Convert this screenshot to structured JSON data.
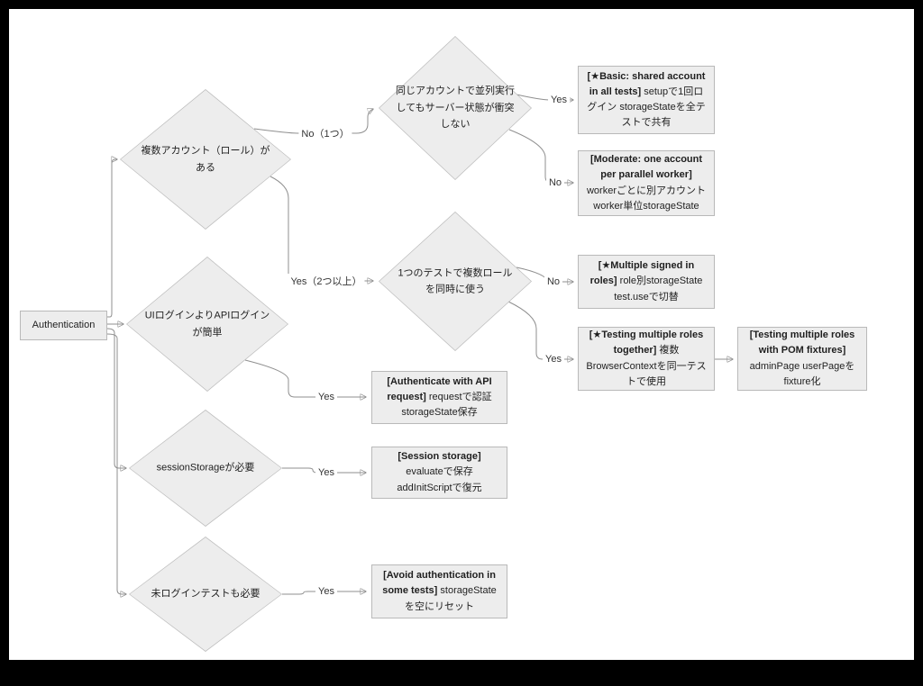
{
  "diagram": {
    "type": "flowchart",
    "background": "#ffffff",
    "frame_color": "#000000",
    "node_fill": "#ededed",
    "node_border": "#b9b9b9",
    "line_color": "#8f8f8f"
  },
  "root": {
    "label": "Authentication"
  },
  "decisions": [
    {
      "label": "複数アカウント（ロール）がある"
    },
    {
      "label": "UIログインよりAPIログインが簡単"
    },
    {
      "label": "sessionStorageが必要"
    },
    {
      "label": "未ログインテストも必要"
    },
    {
      "label": "同じアカウントで並列実行してもサーバー状態が衝突しない"
    },
    {
      "label": "1つのテストで複数ロールを同時に使う"
    }
  ],
  "outcomes": [
    {
      "bold": "[★Basic: shared account in all tests]",
      "rest": "setupで1回ログイン storageStateを全テストで共有"
    },
    {
      "bold": "[Moderate: one account per parallel worker]",
      "rest": "workerごとに別アカウント worker単位storageState"
    },
    {
      "bold": "[★Multiple signed in roles]",
      "rest": "role別storageState test.useで切替"
    },
    {
      "bold": "[★Testing multiple roles together]",
      "rest": "複数BrowserContextを同一テストで使用"
    },
    {
      "bold": "[Testing multiple roles with POM fixtures]",
      "rest": "adminPage userPageをfixture化"
    },
    {
      "bold": "[Authenticate with API request]",
      "rest": "requestで認証 storageState保存"
    },
    {
      "bold": "[Session storage]",
      "rest": "evaluateで保存 addInitScriptで復元"
    },
    {
      "bold": "[Avoid authentication in some tests]",
      "rest": "storageStateを空にリセット"
    }
  ],
  "edges": [
    {
      "from": "Authentication",
      "to": "複数アカウント（ロール）がある",
      "label": ""
    },
    {
      "from": "Authentication",
      "to": "UIログインよりAPIログインが簡単",
      "label": ""
    },
    {
      "from": "Authentication",
      "to": "sessionStorageが必要",
      "label": ""
    },
    {
      "from": "Authentication",
      "to": "未ログインテストも必要",
      "label": ""
    },
    {
      "from": "複数アカウント（ロール）がある",
      "to": "同じアカウントで並列実行してもサーバー状態が衝突しない",
      "label": "No（1つ）"
    },
    {
      "from": "複数アカウント（ロール）がある",
      "to": "1つのテストで複数ロールを同時に使う",
      "label": "Yes（2つ以上）"
    },
    {
      "from": "同じアカウントで並列実行してもサーバー状態が衝突しない",
      "to": "[★Basic: shared account in all tests]",
      "label": "Yes"
    },
    {
      "from": "同じアカウントで並列実行してもサーバー状態が衝突しない",
      "to": "[Moderate: one account per parallel worker]",
      "label": "No"
    },
    {
      "from": "1つのテストで複数ロールを同時に使う",
      "to": "[★Multiple signed in roles]",
      "label": "No"
    },
    {
      "from": "1つのテストで複数ロールを同時に使う",
      "to": "[★Testing multiple roles together]",
      "label": "Yes"
    },
    {
      "from": "[★Testing multiple roles together]",
      "to": "[Testing multiple roles with POM fixtures]",
      "label": ""
    },
    {
      "from": "UIログインよりAPIログインが簡単",
      "to": "[Authenticate with API request]",
      "label": "Yes"
    },
    {
      "from": "sessionStorageが必要",
      "to": "[Session storage]",
      "label": "Yes"
    },
    {
      "from": "未ログインテストも必要",
      "to": "[Avoid authentication in some tests]",
      "label": "Yes"
    }
  ]
}
